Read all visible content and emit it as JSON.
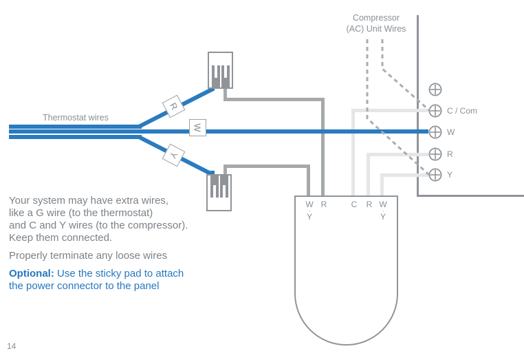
{
  "page": {
    "number": "14",
    "background": "#ffffff"
  },
  "labels": {
    "thermostat_wires": "Thermostat wires",
    "compressor_line1": "Compressor",
    "compressor_line2": "(AC) Unit Wires"
  },
  "wire_tags": {
    "r": "R",
    "w": "W",
    "y": "Y"
  },
  "panel": {
    "terminals": [
      {
        "label": ""
      },
      {
        "label": "C / Com"
      },
      {
        "label": "W"
      },
      {
        "label": "R"
      },
      {
        "label": "Y"
      }
    ]
  },
  "connector": {
    "terminals": [
      [
        "W",
        "·",
        "Y"
      ],
      [
        "R",
        "",
        ""
      ],
      [
        "C",
        "",
        ""
      ],
      [
        "R",
        "",
        ""
      ],
      [
        "W",
        "·",
        "Y"
      ]
    ]
  },
  "notes": {
    "para1_lines": [
      "Your system may have extra wires,",
      "like a G wire (to the thermostat)",
      "and C and Y wires (to the compressor).",
      "Keep them connected."
    ],
    "para2": "Properly terminate any loose wires",
    "optional_bold": "Optional:",
    "optional_rest": " Use the sticky pad to attach",
    "optional_line2": "the power connector to the panel"
  },
  "colors": {
    "wire_blue": "#2a7bbf",
    "wire_gray": "#a6a9ac",
    "wire_light_gray": "#e4e6e7",
    "dashed_gray": "#aaadb0",
    "outline_gray": "#8f9499",
    "text_gray": "#7b8288",
    "label_gray": "#8a9096",
    "text_blue": "#2478c0"
  }
}
